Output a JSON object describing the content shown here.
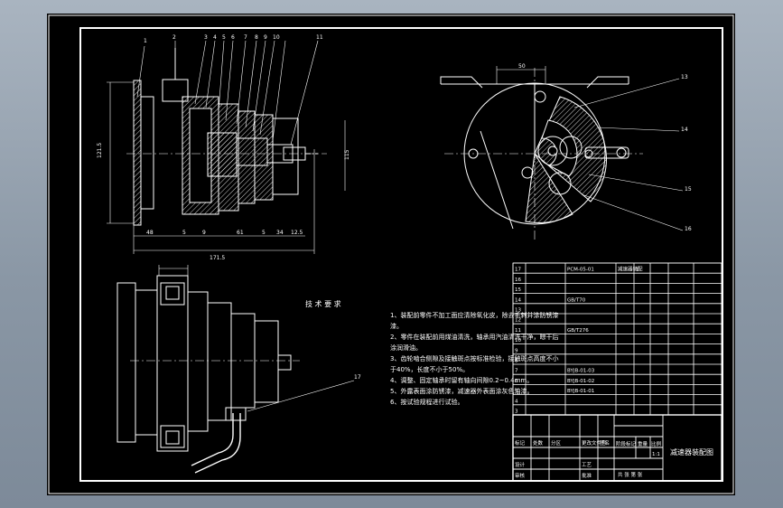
{
  "app": {
    "title": "减速器装配图"
  },
  "colors": {
    "background": "#000000",
    "line": "#ffffff",
    "accent": "#ff3a3a",
    "hatch": "#ffffff"
  },
  "technical_requirements": {
    "heading": "技 术 要 求",
    "items": [
      "1、装配前零件不加工面应清除氧化皮，除去毛刺并涂防锈漆",
      "漆。",
      "2、零件在装配前用煤油清洗，轴承用汽油清洗干净，晾干后",
      "涂润滑油。",
      "3、齿轮啮合侧隙及接触斑点按标准检验，接触斑点高度不小",
      "于40%，长度不小于50%。",
      "4、调整、固定轴承时留有轴向间隙0.2~0.4mm。",
      "5、外露表面涂防锈漆，减速器外表面涂灰色油漆。",
      "6、按试验规程进行试验。"
    ]
  },
  "parts_list": {
    "rows": [
      [
        "17",
        "",
        "PCM-05-01",
        "减速器装配",
        "1",
        "",
        "",
        "",
        ""
      ],
      [
        "16",
        "",
        "",
        "",
        "",
        "",
        "",
        "",
        ""
      ],
      [
        "15",
        "",
        "",
        "",
        "",
        "",
        "",
        "",
        ""
      ],
      [
        "14",
        "",
        "GB/T70",
        "",
        "",
        "",
        "",
        "",
        ""
      ],
      [
        "13",
        "",
        "",
        "",
        "",
        "",
        "",
        "",
        ""
      ],
      [
        "12",
        "",
        "",
        "",
        "",
        "",
        "",
        "",
        ""
      ],
      [
        "11",
        "",
        "GB/T276",
        "",
        "",
        "",
        "",
        "",
        ""
      ],
      [
        "10",
        "",
        "",
        "",
        "",
        "",
        "",
        "",
        ""
      ],
      [
        "9",
        "",
        "",
        "",
        "",
        "",
        "",
        "",
        ""
      ],
      [
        "8",
        "",
        "",
        "",
        "",
        "",
        "",
        "",
        ""
      ],
      [
        "7",
        "",
        "BYJB-01-03",
        "",
        "",
        "",
        "",
        "",
        ""
      ],
      [
        "6",
        "",
        "BYJB-01-02",
        "",
        "",
        "",
        "",
        "",
        ""
      ],
      [
        "5",
        "",
        "BYJB-01-01",
        "",
        "",
        "",
        "",
        "",
        ""
      ],
      [
        "4",
        "",
        "",
        "",
        "",
        "",
        "",
        "",
        ""
      ],
      [
        "3",
        "",
        "",
        "",
        "",
        "",
        "",
        "",
        ""
      ]
    ]
  },
  "title_block": {
    "drawing_title": "减速器装配图",
    "labels": [
      "标记",
      "处数",
      "分区",
      "更改文件号",
      "签名",
      "年月日",
      "设计",
      "审核",
      "工艺",
      "批准",
      "阶段标记",
      "重量",
      "比例",
      "共 张 第 张"
    ],
    "scale": "1:1"
  },
  "views": {
    "front_section": {
      "part_numbers": [
        "1",
        "2",
        "3",
        "4",
        "5",
        "6",
        "7",
        "8",
        "9",
        "10",
        "11"
      ]
    },
    "side_view": {
      "part_numbers": [
        "13",
        "14",
        "15",
        "16"
      ]
    },
    "top_view": {
      "part_numbers": [
        "17"
      ]
    }
  },
  "dimensions": {
    "overall_length": "171.5",
    "height": "121.5",
    "depth": "115",
    "top_width": "50",
    "small_dims": [
      "48",
      "5",
      "9",
      "61",
      "5",
      "34",
      "12.5"
    ]
  }
}
